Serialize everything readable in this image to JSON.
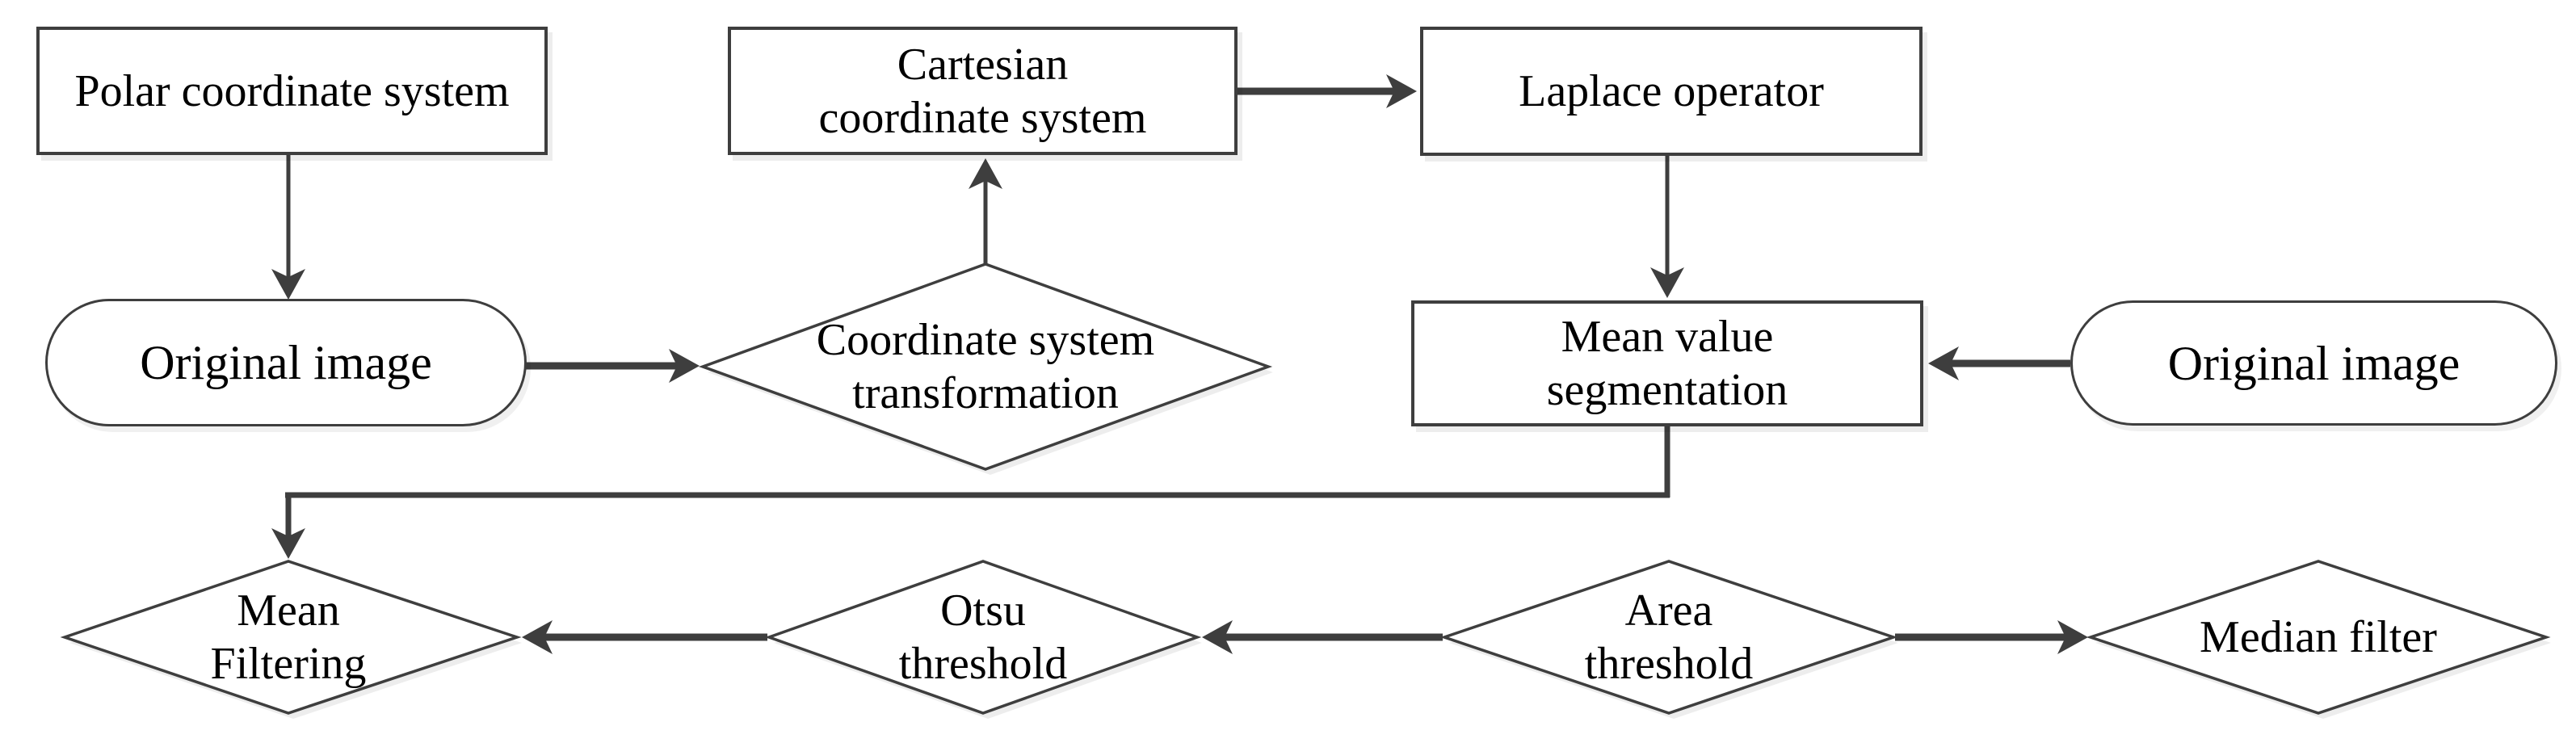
{
  "figure": {
    "type": "flowchart",
    "background": "#ffffff",
    "line_color": "#3e3e3e",
    "text_color": "#000000",
    "nodes": {
      "polar_box": {
        "shape": "rectangle",
        "label": "Polar coordinate system"
      },
      "cartesian_box": {
        "shape": "rectangle",
        "label": "Cartesian\ncoordinate system"
      },
      "laplace_box": {
        "shape": "rectangle",
        "label": "Laplace operator"
      },
      "original_image_left": {
        "shape": "stadium",
        "label": "Original image"
      },
      "coordinate_transform": {
        "shape": "diamond",
        "label": "Coordinate system\ntransformation"
      },
      "mean_value_segmentation": {
        "shape": "rectangle",
        "label": "Mean value\nsegmentation"
      },
      "original_image_right": {
        "shape": "stadium",
        "label": "Original image"
      },
      "mean_filtering": {
        "shape": "diamond",
        "label": "Mean\nFiltering"
      },
      "otsu_threshold": {
        "shape": "diamond",
        "label": "Otsu\nthreshold"
      },
      "area_threshold": {
        "shape": "diamond",
        "label": "Area\nthreshold"
      },
      "median_filter": {
        "shape": "diamond",
        "label": "Median filter"
      }
    },
    "edges": [
      {
        "from": "polar_box",
        "to": "original_image_left",
        "direction": "down"
      },
      {
        "from": "original_image_left",
        "to": "coordinate_transform",
        "direction": "right"
      },
      {
        "from": "coordinate_transform",
        "to": "cartesian_box",
        "direction": "up"
      },
      {
        "from": "cartesian_box",
        "to": "laplace_box",
        "direction": "right"
      },
      {
        "from": "laplace_box",
        "to": "mean_value_segmentation",
        "direction": "down"
      },
      {
        "from": "original_image_right",
        "to": "mean_value_segmentation",
        "direction": "left"
      },
      {
        "from": "mean_value_segmentation",
        "to": "mean_filtering",
        "direction": "elbow-down-left-down"
      },
      {
        "from": "area_threshold",
        "to": "otsu_threshold",
        "direction": "left"
      },
      {
        "from": "otsu_threshold",
        "to": "mean_filtering",
        "direction": "left"
      },
      {
        "from": "area_threshold",
        "to": "median_filter",
        "direction": "right"
      }
    ]
  }
}
